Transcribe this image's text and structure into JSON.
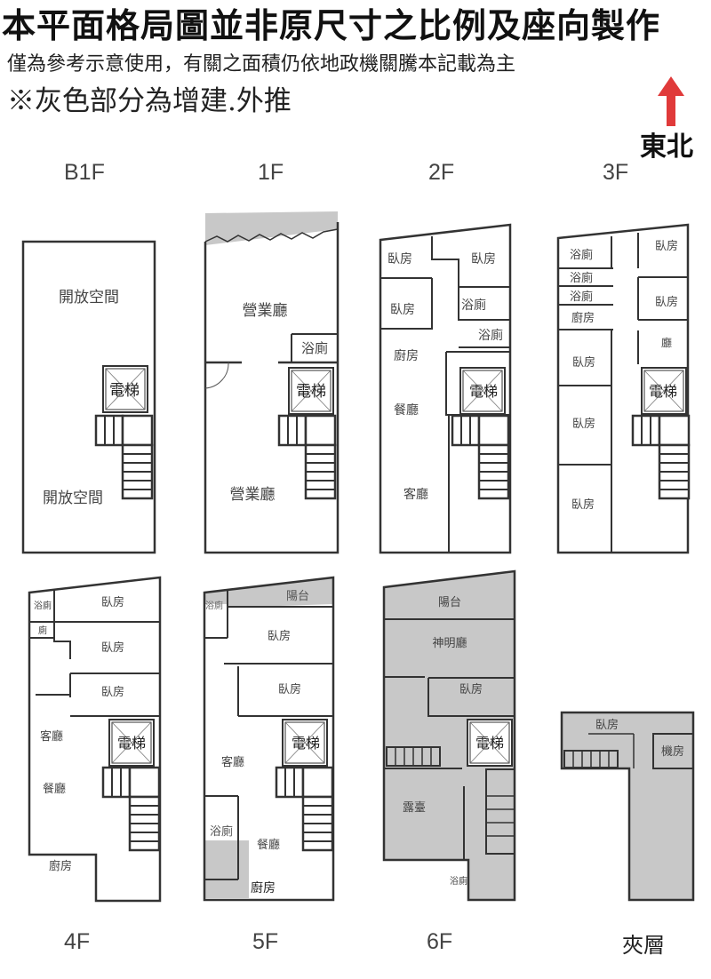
{
  "header": {
    "title": "本平面格局圖並非原尺寸之比例及座向製作",
    "subtitle": "僅為參考示意使用，有關之面積仍依地政機關騰本記載為主",
    "note": "※灰色部分為增建.外推"
  },
  "compass": {
    "label": "東北",
    "arrow_color": "#e03a3a"
  },
  "colors": {
    "wall": "#333333",
    "addition_gray": "#c8c8c8",
    "label_text": "#444444"
  },
  "floors": [
    {
      "id": "B1F",
      "label": "B1F",
      "rooms": [
        "開放空間",
        "電梯",
        "開放空間"
      ]
    },
    {
      "id": "1F",
      "label": "1F",
      "rooms": [
        "營業廳",
        "浴廁",
        "電梯",
        "營業廳"
      ]
    },
    {
      "id": "2F",
      "label": "2F",
      "rooms": [
        "臥房",
        "臥房",
        "臥房",
        "浴廁",
        "浴廁",
        "廚房",
        "電梯",
        "餐廳",
        "客廳"
      ]
    },
    {
      "id": "3F",
      "label": "3F",
      "rooms": [
        "浴廁",
        "浴廁",
        "浴廁",
        "廚房",
        "臥房",
        "臥房",
        "廳",
        "臥房",
        "電梯",
        "臥房",
        "臥房"
      ]
    },
    {
      "id": "4F",
      "label": "4F",
      "rooms": [
        "浴廁",
        "廁",
        "臥房",
        "臥房",
        "臥房",
        "客廳",
        "電梯",
        "餐廳",
        "廚房"
      ]
    },
    {
      "id": "5F",
      "label": "5F",
      "rooms": [
        "浴廁",
        "陽台",
        "臥房",
        "臥房",
        "客廳",
        "電梯",
        "浴廁",
        "餐廳",
        "廚房"
      ]
    },
    {
      "id": "6F",
      "label": "6F",
      "rooms": [
        "陽台",
        "神明廳",
        "臥房",
        "電梯",
        "露臺",
        "浴廁"
      ]
    },
    {
      "id": "mezzanine",
      "label": "夾層",
      "rooms": [
        "臥房",
        "機房"
      ]
    }
  ]
}
